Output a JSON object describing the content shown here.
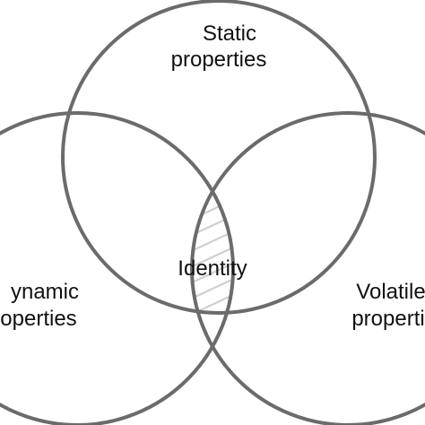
{
  "diagram": {
    "sets": [
      {
        "id": "static",
        "label_lines": [
          "Static",
          "properties"
        ]
      },
      {
        "id": "dynamic",
        "label_lines": [
          "ynamic",
          "operties"
        ]
      },
      {
        "id": "volatile",
        "label_lines": [
          "Volatile",
          "properti"
        ]
      }
    ],
    "intersection": {
      "label": "Identity"
    }
  },
  "colors": {
    "stroke": "#6b6b6b",
    "hatch": "#cfcfcf",
    "text": "#111111"
  }
}
